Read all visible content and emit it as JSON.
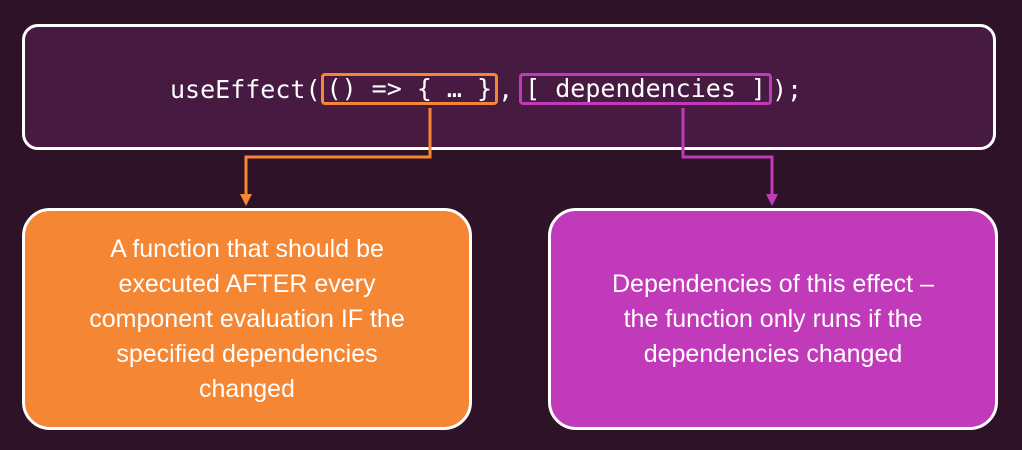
{
  "colors": {
    "background": "#2e1328",
    "code_box": "#471a42",
    "function_accent": "#f58634",
    "dependencies_accent": "#c13ab9",
    "border": "#ffffff"
  },
  "code": {
    "prefix": "useEffect(",
    "function_part": "() => { … }",
    "separator": ",",
    "dependencies_part": "[ dependencies ]",
    "suffix": ");"
  },
  "callouts": {
    "function": {
      "text": "A function that should be\nexecuted AFTER every\ncomponent evaluation IF the\nspecified dependencies\nchanged"
    },
    "dependencies": {
      "text": "Dependencies of this effect –\nthe function only runs if the\ndependencies changed"
    }
  }
}
